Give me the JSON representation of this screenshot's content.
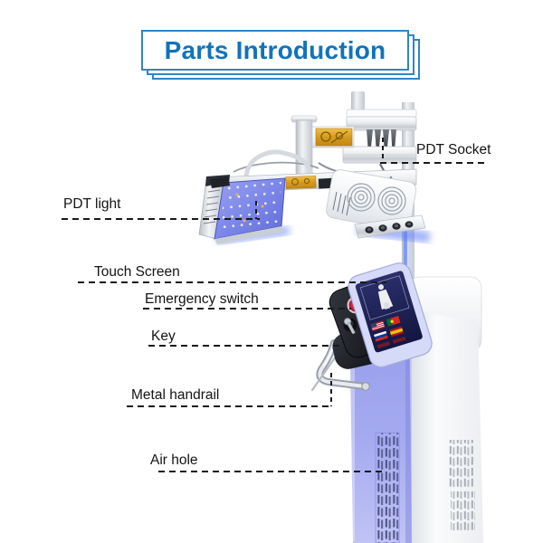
{
  "title": {
    "text": "Parts Introduction",
    "text_color": "#1173ba",
    "border_color": "#2e86c6"
  },
  "labels": {
    "pdt_socket": "PDT Socket",
    "pdt_light": "PDT light",
    "touch_screen": "Touch Screen",
    "emergency_switch": "Emergency switch",
    "key": "Key",
    "metal_handrail": "Metal handrail",
    "air_hole": "Air hole"
  },
  "machine": {
    "screen_flag_icons": [
      "usa-flag-icon",
      "portugal-flag-icon",
      "russia-flag-icon",
      "spain-flag-icon"
    ],
    "colors": {
      "led_panel_blue": "#7d87e8",
      "tower_front_lavender": "#9aa0ec",
      "body_white": "#f3f5f7",
      "warning_label_gold": "#dba425",
      "emergency_button_red": "#c81e3f",
      "screen_navy": "#1d2255",
      "leader_line_black": "#1a1a1a"
    }
  }
}
